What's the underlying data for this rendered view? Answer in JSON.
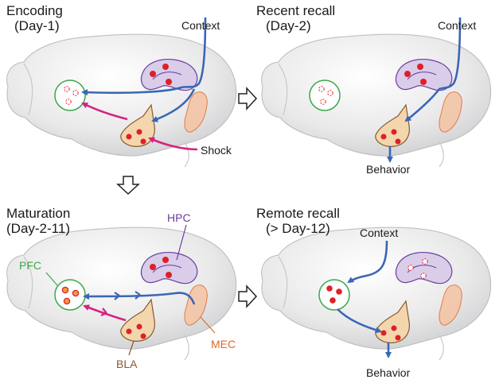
{
  "panels": {
    "encoding": {
      "title": "Encoding",
      "subtitle": "(Day-1)",
      "context": "Context",
      "shock": "Shock"
    },
    "recent": {
      "title": "Recent recall",
      "subtitle": "(Day-2)",
      "context": "Context",
      "behavior": "Behavior"
    },
    "maturation": {
      "title": "Maturation",
      "subtitle": "(Day-2-11)",
      "hpc": "HPC",
      "pfc": "PFC",
      "mec": "MEC",
      "bla": "BLA"
    },
    "remote": {
      "title": "Remote recall",
      "subtitle": "(> Day-12)",
      "context": "Context",
      "behavior": "Behavior"
    }
  },
  "colors": {
    "pfc": "#3aa84a",
    "hpc": "#6a3f9c",
    "mec": "#e0672a",
    "bla": "#8a5a2b",
    "arrow_blue": "#3a66b5",
    "arrow_magenta": "#d6237e",
    "engram": "#e01f26"
  }
}
